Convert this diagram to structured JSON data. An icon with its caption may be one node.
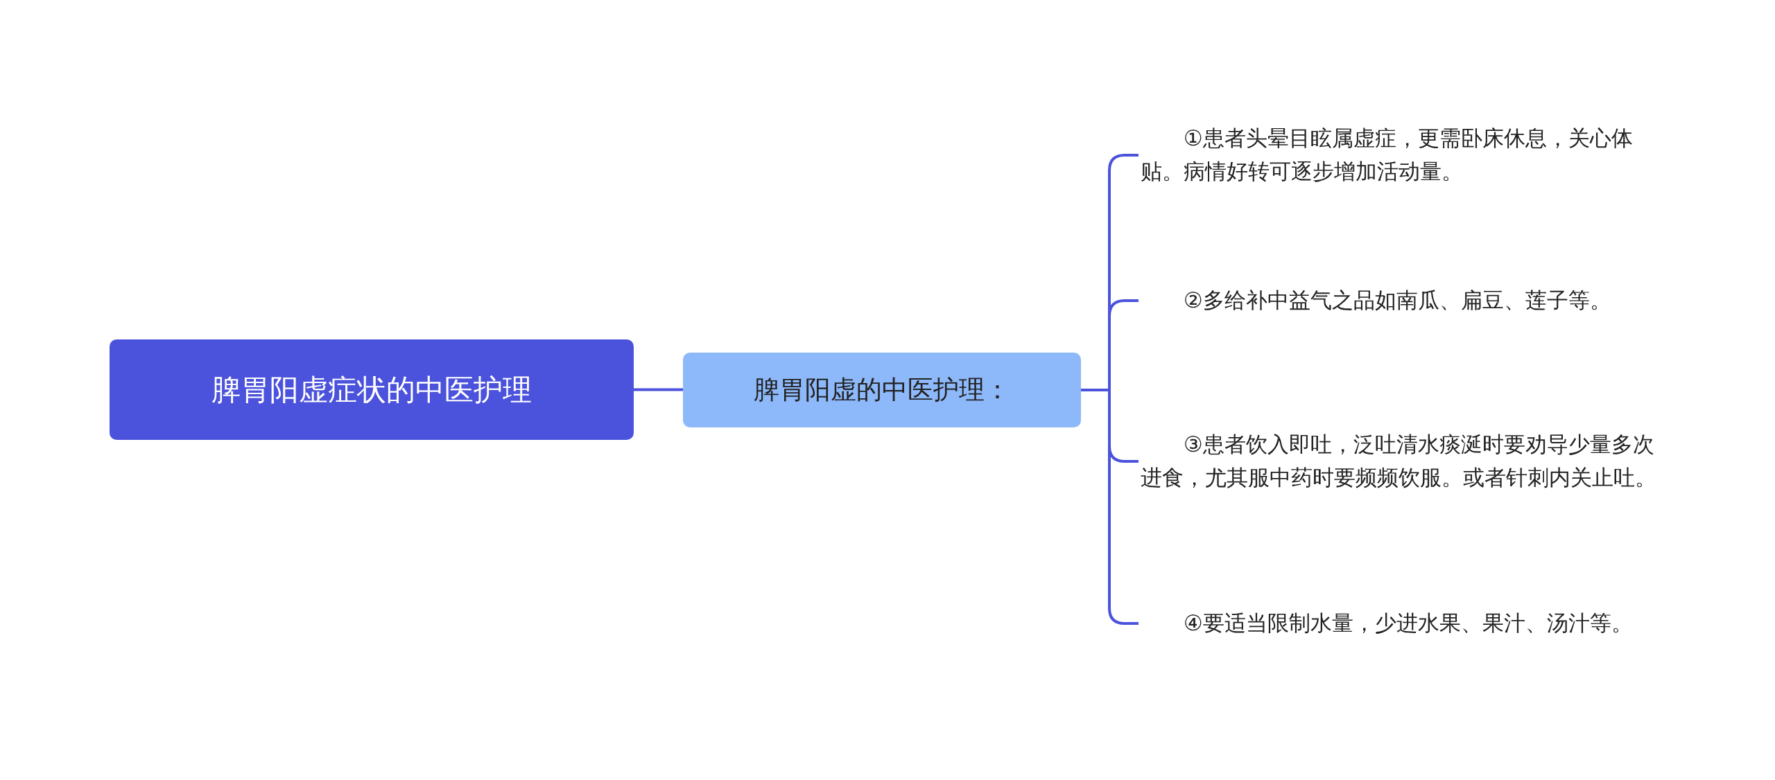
{
  "diagram": {
    "nodes": [
      {
        "text": [
          "脾胃阳虚症状的中医护理"
        ]
      },
      {
        "text": [
          "脾胃阳虚的中医护理："
        ]
      },
      {
        "text": [
          "①患者头晕目眩属虚症，更需卧床休息，关心体贴。病情好转可逐步增加活动量。"
        ]
      },
      {
        "text": [
          "②多给补中益气之品如南瓜、扁豆、莲子等。"
        ]
      },
      {
        "text": [
          "③患者饮入即吐，泛吐清水痰涎时要劝导少量多次进食，尤其服中药时要频频饮服。或者针刺内关止吐。"
        ]
      },
      {
        "text": [
          "④要适当限制水量，少进水果、果汁、汤汁等。"
        ]
      }
    ],
    "edges": [
      {
        "from": 0,
        "to": 1,
        "arrow": "none"
      },
      {
        "from": 1,
        "to": 2,
        "arrow": "none"
      },
      {
        "from": 1,
        "to": 3,
        "arrow": "none"
      },
      {
        "from": 1,
        "to": 4,
        "arrow": "none"
      },
      {
        "from": 1,
        "to": 5,
        "arrow": "none"
      }
    ]
  }
}
